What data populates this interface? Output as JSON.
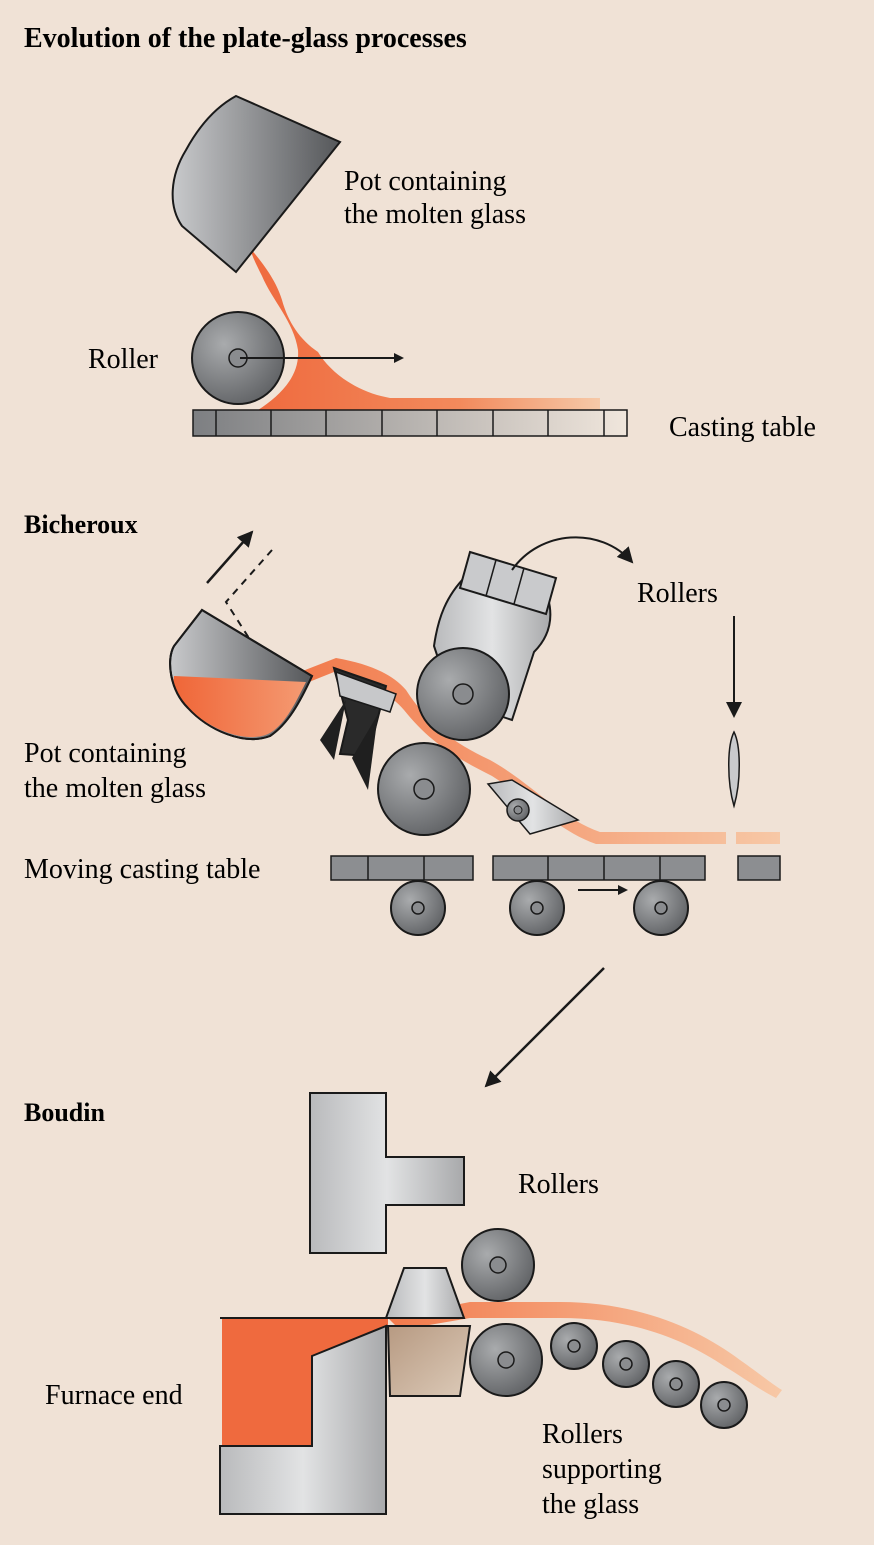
{
  "figure": {
    "title": "Evolution of the plate-glass processes"
  },
  "panel1": {
    "labels": {
      "pot_line1": "Pot containing",
      "pot_line2": "the molten glass",
      "roller": "Roller",
      "casting_table": "Casting table"
    }
  },
  "panel2": {
    "heading": "Bicheroux",
    "labels": {
      "rollers": "Rollers",
      "pot_line1": "Pot containing",
      "pot_line2": "the molten glass",
      "moving_table": "Moving casting table"
    }
  },
  "panel3": {
    "heading": "Boudin",
    "labels": {
      "rollers": "Rollers",
      "furnace_end": "Furnace end",
      "support_line1": "Rollers",
      "support_line2": "supporting",
      "support_line3": "the glass"
    }
  },
  "colors": {
    "background": "#f0e2d6",
    "molten_glass": "#ef6a3e",
    "metal_dark": "#6e7073",
    "metal_light": "#cfd0d2",
    "outline": "#1a1a1a"
  }
}
